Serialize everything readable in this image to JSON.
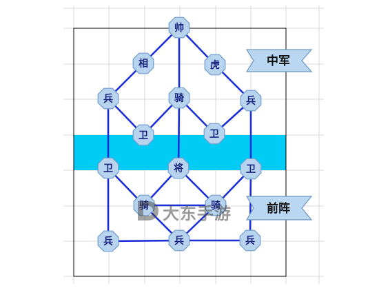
{
  "board": {
    "colors": {
      "grid": "#d9d9d9",
      "frame": "#000000",
      "band": "#00ccf5",
      "line": "#1a2fd6",
      "node_fill": "#b8d3ee",
      "node_stroke": "#6f9ccc",
      "node_text": "#1a2580",
      "ribbon_fill": "#b9d7f0",
      "ribbon_stroke": "#6e97c5"
    },
    "nodes": [
      {
        "id": "shuai",
        "label": "帅"
      },
      {
        "id": "xiang",
        "label": "相"
      },
      {
        "id": "hu",
        "label": "虎"
      },
      {
        "id": "bing-left-upper",
        "label": "兵"
      },
      {
        "id": "qi-upper",
        "label": "骑"
      },
      {
        "id": "bing-right-upper",
        "label": "兵"
      },
      {
        "id": "wei-mid-left",
        "label": "卫"
      },
      {
        "id": "wei-mid-right",
        "label": "卫"
      },
      {
        "id": "wei-left",
        "label": "卫"
      },
      {
        "id": "jiang",
        "label": "将"
      },
      {
        "id": "wei-right",
        "label": "卫"
      },
      {
        "id": "qi-lower-left",
        "label": "骑"
      },
      {
        "id": "qi-lower-right",
        "label": "骑"
      },
      {
        "id": "bing-left-lower",
        "label": "兵"
      },
      {
        "id": "bing-center-lower",
        "label": "兵"
      },
      {
        "id": "bing-right-lower",
        "label": "兵"
      }
    ],
    "edges": [
      [
        "shuai",
        "xiang"
      ],
      [
        "shuai",
        "hu"
      ],
      [
        "shuai",
        "qi-upper"
      ],
      [
        "xiang",
        "bing-left-upper"
      ],
      [
        "hu",
        "bing-right-upper"
      ],
      [
        "bing-left-upper",
        "wei-mid-left"
      ],
      [
        "qi-upper",
        "wei-mid-left"
      ],
      [
        "qi-upper",
        "wei-mid-right"
      ],
      [
        "bing-right-upper",
        "wei-mid-right"
      ],
      [
        "bing-left-upper",
        "wei-left"
      ],
      [
        "bing-right-upper",
        "wei-right"
      ],
      [
        "qi-upper",
        "jiang"
      ],
      [
        "wei-left",
        "qi-lower-left"
      ],
      [
        "wei-right",
        "qi-lower-right"
      ],
      [
        "jiang",
        "qi-lower-left"
      ],
      [
        "jiang",
        "qi-lower-right"
      ],
      [
        "qi-lower-left",
        "qi-lower-right"
      ],
      [
        "wei-left",
        "bing-left-lower"
      ],
      [
        "wei-right",
        "bing-right-lower"
      ],
      [
        "bing-left-lower",
        "bing-center-lower"
      ],
      [
        "bing-center-lower",
        "bing-right-lower"
      ],
      [
        "qi-lower-left",
        "bing-center-lower"
      ],
      [
        "qi-lower-right",
        "bing-center-lower"
      ]
    ]
  },
  "labels": {
    "zhongjun": "中军",
    "qianzhen": "前阵"
  },
  "watermark": {
    "text": "大东手游"
  }
}
